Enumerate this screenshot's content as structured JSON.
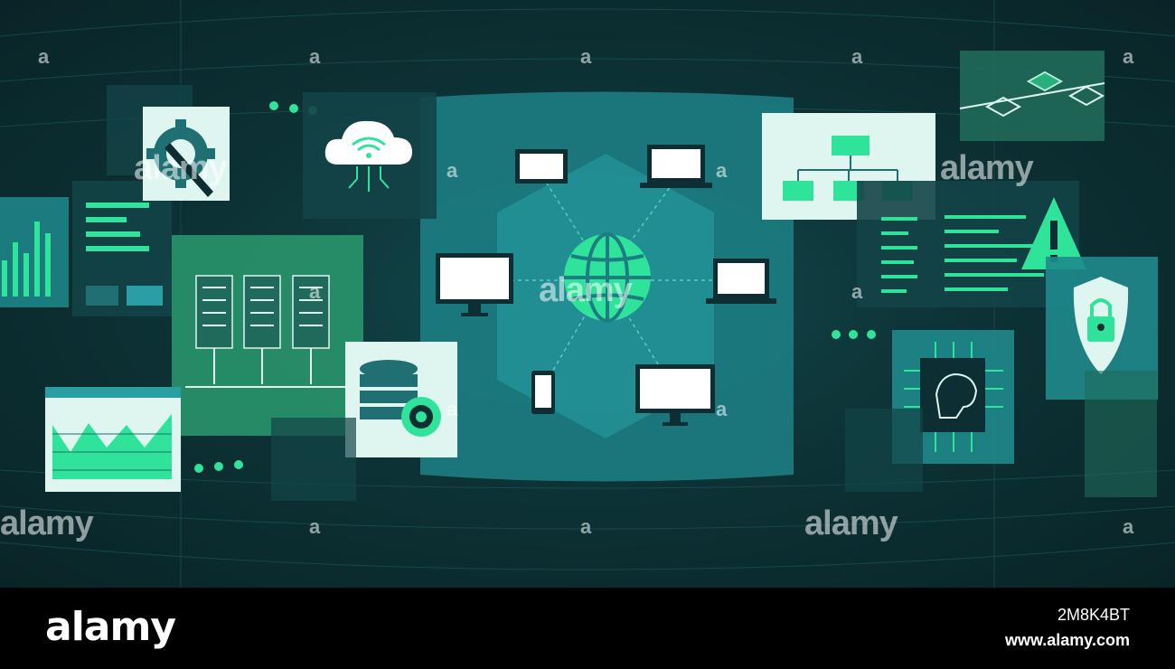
{
  "watermark": {
    "brand": "alamy",
    "mark": "a"
  },
  "footer": {
    "logo": "alamy",
    "image_id": "2M8K4BT",
    "url": "www.alamy.com"
  },
  "illustration": {
    "panels": [
      {
        "name": "settings-panel",
        "icon": "gear-wrench-icon"
      },
      {
        "name": "cloud-panel",
        "icon": "cloud-wifi-icon"
      },
      {
        "name": "network-panel",
        "icon": "globe-icon",
        "devices": [
          "laptop",
          "laptop",
          "monitor",
          "laptop",
          "tablet",
          "monitor"
        ]
      },
      {
        "name": "hierarchy-panel",
        "icon": "org-chart-icon"
      },
      {
        "name": "blockchain-panel",
        "icon": "blockchain-icon"
      },
      {
        "name": "code-panel",
        "icon": "code-lines-icon"
      },
      {
        "name": "warning-panel",
        "icon": "warning-icon"
      },
      {
        "name": "security-panel",
        "icon": "shield-lock-icon"
      },
      {
        "name": "ai-chip-panel",
        "icon": "brain-chip-icon"
      },
      {
        "name": "database-panel",
        "icon": "database-gear-icon"
      },
      {
        "name": "server-panel",
        "icon": "server-rack-icon"
      },
      {
        "name": "bar-chart-panel",
        "icon": "bar-chart-icon"
      },
      {
        "name": "area-chart-panel",
        "icon": "area-chart-icon"
      }
    ],
    "colors": {
      "background": "#0d3336",
      "accent": "#2fe39a",
      "panel": "#1f8a8c",
      "light": "#e8fff5"
    }
  }
}
